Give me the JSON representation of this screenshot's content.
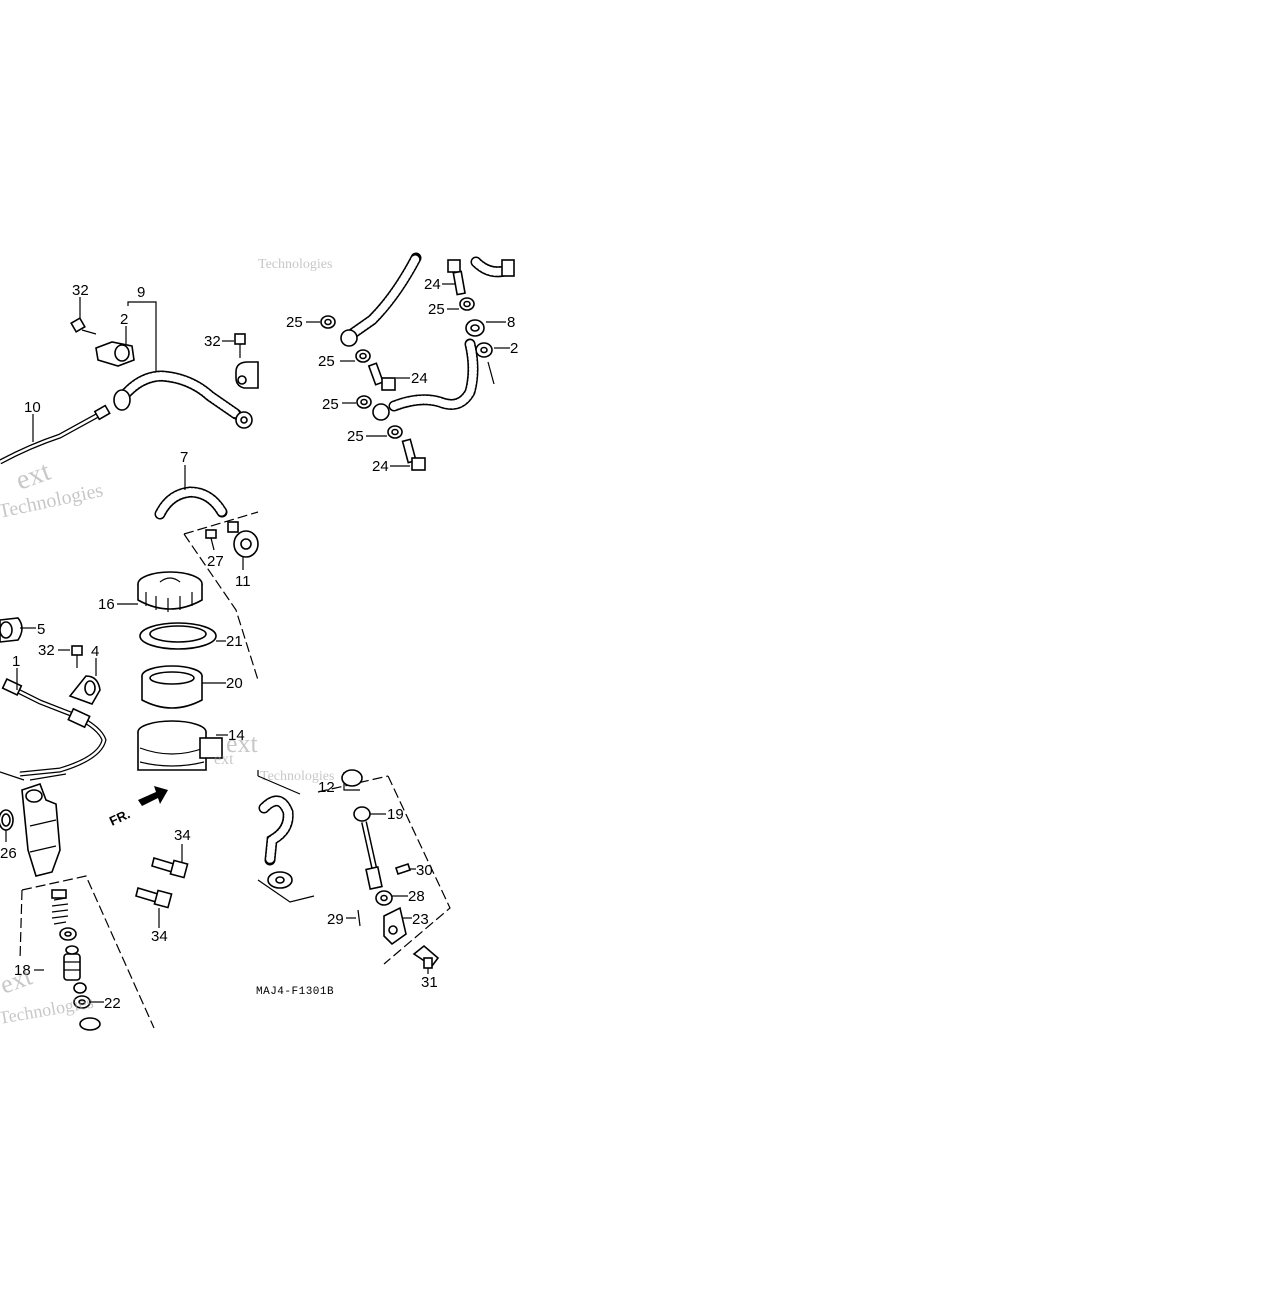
{
  "diagram": {
    "code": "MAJ4-F1301B",
    "direction_label": "FR.",
    "watermark": {
      "lines": [
        "ext",
        "Technologies"
      ]
    },
    "callouts": {
      "c32a": "32",
      "c9": "9",
      "c2a": "2",
      "c32b": "32",
      "c10": "10",
      "c7": "7",
      "c27": "27",
      "c11": "11",
      "c16": "16",
      "c21": "21",
      "c20": "20",
      "c14": "14",
      "c5": "5",
      "c32c": "32",
      "c4": "4",
      "c1": "1",
      "c24a": "24",
      "c25a": "25",
      "c25b": "25",
      "c8": "8",
      "c2b": "2",
      "c25c": "25",
      "c24b": "24",
      "c25d": "25",
      "c25e": "25",
      "c24c": "24",
      "c12": "12",
      "c19": "19",
      "c30": "30",
      "c28": "28",
      "c23": "23",
      "c29": "29",
      "c31": "31",
      "c26": "26",
      "c34a": "34",
      "c34b": "34",
      "c18": "18",
      "c22": "22"
    }
  }
}
